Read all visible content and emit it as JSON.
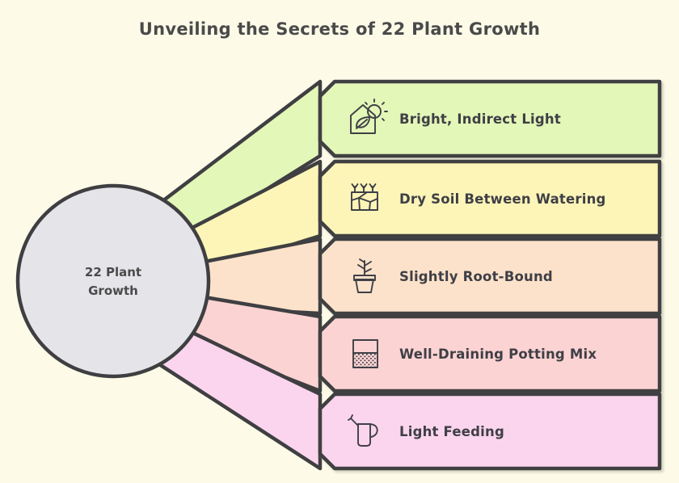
{
  "page": {
    "title": "Unveiling the Secrets of 22 Plant Growth",
    "background_color": "#fdfbe8",
    "outline_color": "#3f3f42",
    "text_color": "#4a4a4a"
  },
  "hub": {
    "label_line1": "22 Plant",
    "label_line2": "Growth",
    "fill_color": "#e5e5e9"
  },
  "branches": [
    {
      "label": "Bright, Indirect Light",
      "icon": "greenhouse-sun-icon",
      "color": "#e3f7b8"
    },
    {
      "label": "Dry Soil Between Watering",
      "icon": "cracked-soil-icon",
      "color": "#fdf5b8"
    },
    {
      "label": "Slightly Root-Bound",
      "icon": "potted-plant-icon",
      "color": "#fce2ca"
    },
    {
      "label": "Well-Draining Potting Mix",
      "icon": "soil-container-icon",
      "color": "#fcd3d3"
    },
    {
      "label": "Light Feeding",
      "icon": "watering-can-icon",
      "color": "#fbd5ee"
    }
  ]
}
